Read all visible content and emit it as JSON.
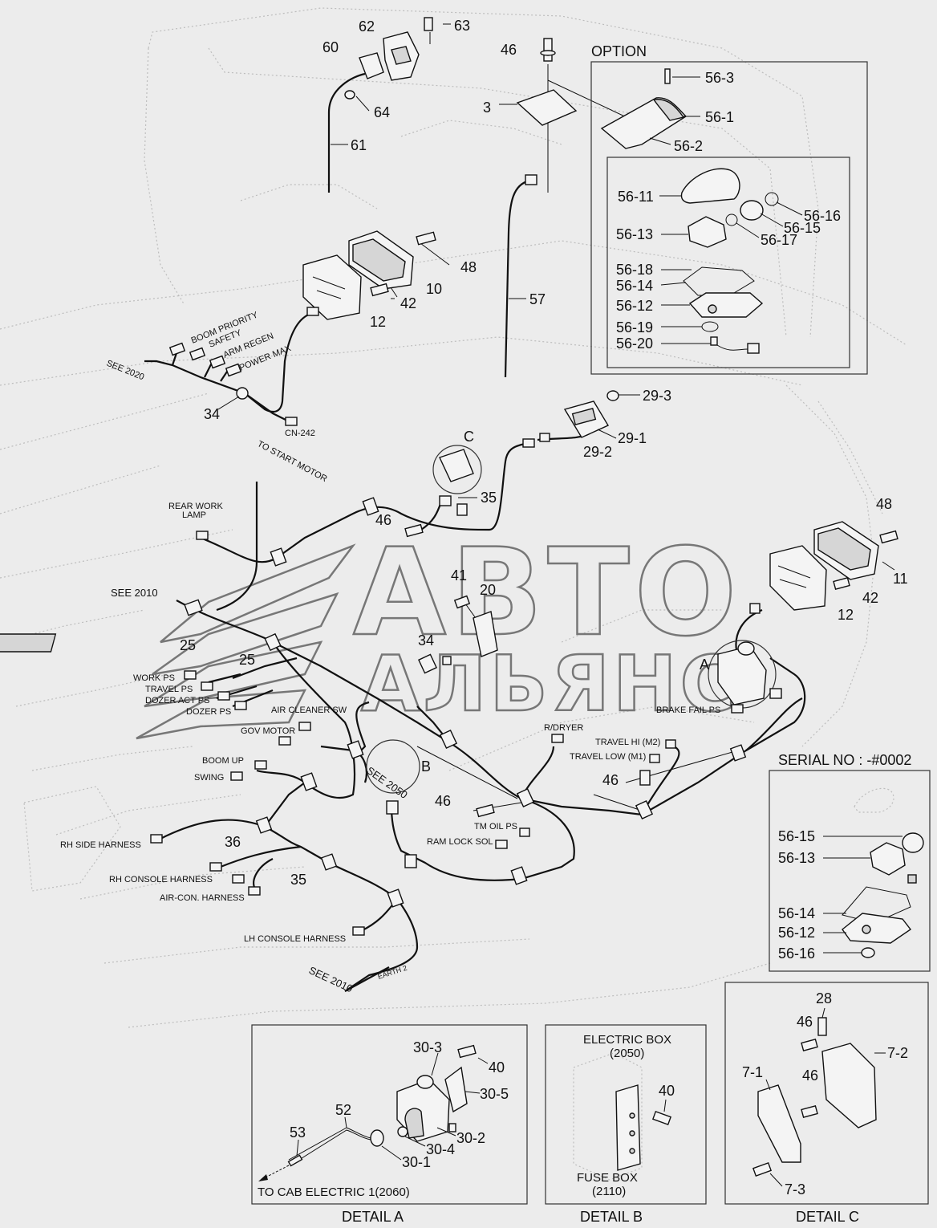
{
  "callouts": {
    "c60": "60",
    "c62": "62",
    "c63": "63",
    "c64": "64",
    "c61": "61",
    "c46a": "46",
    "c3": "3",
    "c57": "57",
    "c48a": "48",
    "c10": "10",
    "c42a": "42",
    "c12a": "12",
    "c34a": "34",
    "c29_3": "29-3",
    "c29_1": "29-1",
    "c29_2": "29-2",
    "cC": "C",
    "c35a": "35",
    "c46b": "46",
    "c48b": "48",
    "c11": "11",
    "c42b": "42",
    "c12b": "12",
    "c41": "41",
    "c20": "20",
    "c34b": "34",
    "c25a": "25",
    "c25b": "25",
    "cA": "A",
    "cB": "B",
    "c46c": "46",
    "c46d": "46",
    "c36": "36",
    "c35b": "35"
  },
  "option_panel": {
    "title": "OPTION",
    "parts": {
      "p56_3": "56-3",
      "p56_1": "56-1",
      "p56_2": "56-2",
      "p56_11": "56-11",
      "p56_16": "56-16",
      "p56_15": "56-15",
      "p56_13": "56-13",
      "p56_17": "56-17",
      "p56_18": "56-18",
      "p56_14": "56-14",
      "p56_12": "56-12",
      "p56_19": "56-19",
      "p56_20": "56-20"
    }
  },
  "serial_panel": {
    "title": "SERIAL NO : -#0002",
    "parts": {
      "p56_15": "56-15",
      "p56_13": "56-13",
      "p56_14": "56-14",
      "p56_12": "56-12",
      "p56_16": "56-16"
    }
  },
  "labels": {
    "boom_priority": "BOOM PRIORITY",
    "safety": "SAFETY",
    "arm_regen": "ARM REGEN",
    "power_max": "POWER MAX",
    "see_2020": "SEE 2020",
    "cn_242": "CN-242",
    "to_start_motor": "TO START MOTOR",
    "rear_work_lamp_1": "REAR WORK",
    "rear_work_lamp_2": "LAMP",
    "see_2010_a": "SEE 2010",
    "work_ps": "WORK PS",
    "travel_ps": "TRAVEL PS",
    "dozer_act_ps": "DOZER ACT PS",
    "dozer_ps": "DOZER PS",
    "air_cleaner_sw": "AIR CLEANER SW",
    "gov_motor": "GOV MOTOR",
    "boom_up": "BOOM UP",
    "swing": "SWING",
    "rh_side_harness": "RH SIDE HARNESS",
    "rh_console_harness": "RH CONSOLE HARNESS",
    "air_con_harness": "AIR-CON. HARNESS",
    "lh_console_harness": "LH CONSOLE HARNESS",
    "earth_2": "EARTH 2",
    "see_2010_b": "SEE 2010",
    "see_2050": "SEE 2050",
    "tm_oil_ps": "TM OIL PS",
    "ram_lock_sol": "RAM LOCK SOL",
    "r_dryer": "R/DRYER",
    "travel_hi": "TRAVEL HI (M2)",
    "travel_low": "TRAVEL LOW (M1)",
    "brake_fail_ps": "BRAKE FAIL PS"
  },
  "detail_a": {
    "title": "DETAIL A",
    "parts": {
      "p30_3": "30-3",
      "p40": "40",
      "p30_5": "30-5",
      "p52": "52",
      "p53": "53",
      "p30_2": "30-2",
      "p30_4": "30-4",
      "p30_1": "30-1"
    },
    "note": "TO CAB ELECTRIC 1(2060)"
  },
  "detail_b": {
    "title": "DETAIL B",
    "electric_box": "ELECTRIC BOX",
    "electric_box_ref": "(2050)",
    "p40": "40",
    "fuse_box": "FUSE BOX",
    "fuse_box_ref": "(2110)"
  },
  "detail_c": {
    "title": "DETAIL C",
    "parts": {
      "p28": "28",
      "p46a": "46",
      "p7_2": "7-2",
      "p7_1": "7-1",
      "p46b": "46",
      "p7_3": "7-3"
    }
  },
  "watermark": {
    "line1": "АВТО",
    "line2": "АЛЬЯНС"
  }
}
